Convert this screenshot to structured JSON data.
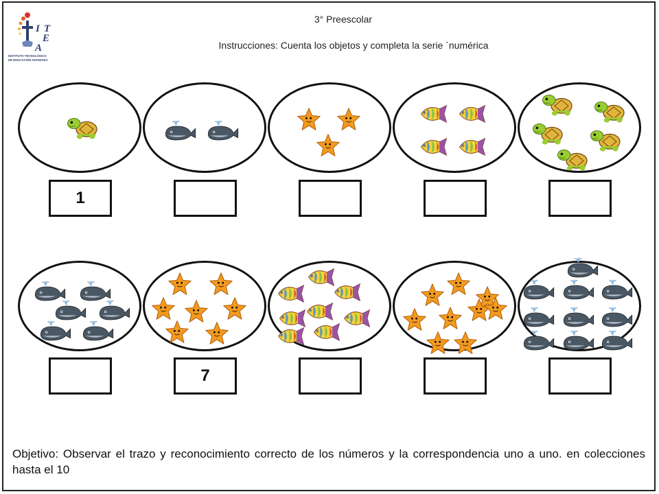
{
  "header": {
    "grade": "3° Preescolar",
    "instructions": "Instrucciones: Cuenta los objetos y completa la serie ´numérica"
  },
  "logo": {
    "letters": [
      "I",
      "T",
      "E",
      "A"
    ],
    "line1": "INSTITUTO TECNOLÓGICO",
    "line2": "DE EDUCACIÓN AVANZADA"
  },
  "sets": [
    {
      "object": "turtle",
      "count": 1,
      "answer": "1"
    },
    {
      "object": "whale",
      "count": 2,
      "answer": ""
    },
    {
      "object": "starfish",
      "count": 3,
      "answer": ""
    },
    {
      "object": "fish",
      "count": 4,
      "answer": ""
    },
    {
      "object": "turtle",
      "count": 5,
      "answer": ""
    },
    {
      "object": "whale",
      "count": 6,
      "answer": ""
    },
    {
      "object": "starfish",
      "count": 7,
      "answer": "7"
    },
    {
      "object": "fish",
      "count": 8,
      "answer": ""
    },
    {
      "object": "starfish",
      "count": 9,
      "answer": ""
    },
    {
      "object": "whale",
      "count": 10,
      "answer": ""
    }
  ],
  "footer": {
    "objective": "Objetivo: Observar el trazo y reconocimiento correcto de los números y la correspondencia uno a uno. en colecciones hasta el 10"
  },
  "colors": {
    "turtle_body": "#9acd32",
    "turtle_shell": "#e3b43c",
    "whale": "#4a5866",
    "starfish": "#f39a1e",
    "fish_accent": "#d63a2f"
  }
}
